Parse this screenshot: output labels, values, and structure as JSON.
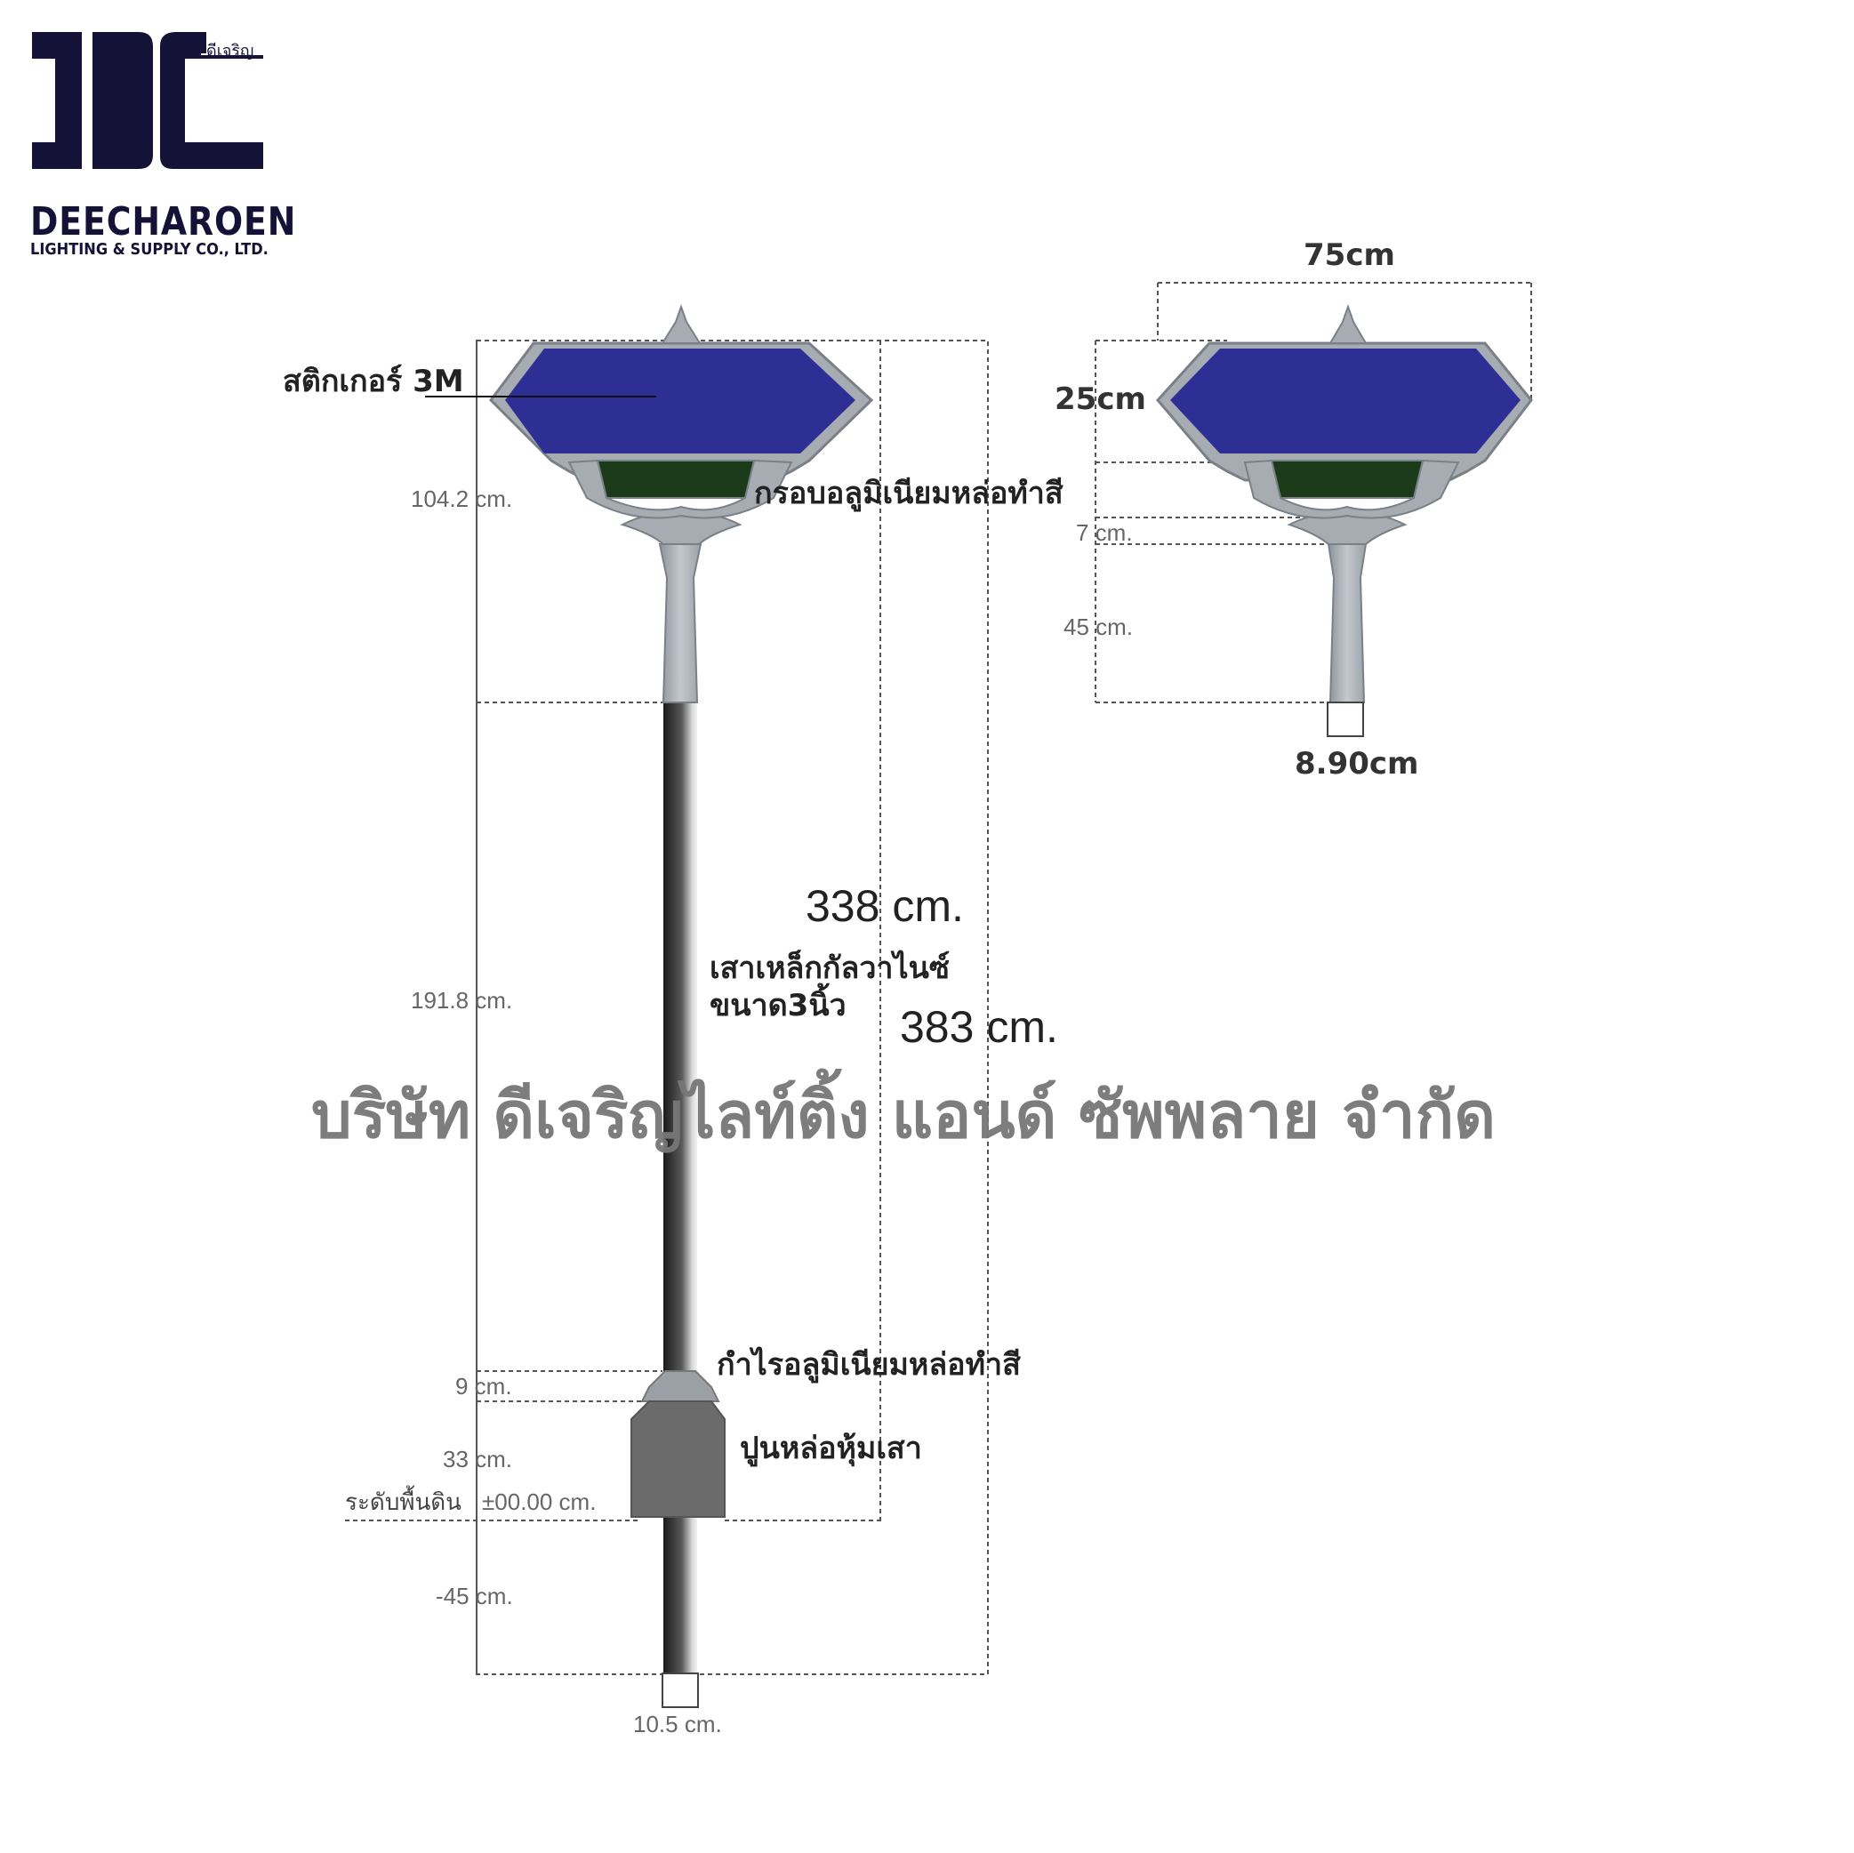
{
  "brand": {
    "name": "DEECHAROEN",
    "subtitle": "LIGHTING & SUPPLY CO., LTD.",
    "thai_name": "ดีเจริญ",
    "color": "#141337"
  },
  "watermark": "บริษัท ดีเจริญไลท์ติ้ง แอนด์ ซัพพลาย จำกัด",
  "front_view": {
    "sticker_label": "สติกเกอร์ 3M",
    "frame_label": "กรอบอลูมิเนียมหล่อทำสี",
    "pole_label_line1": "เสาเหล็กกัลวาไนซ์",
    "pole_label_line2": "ขนาด3นิ้ว",
    "collar_label": "กำไรอลูมิเนียมหล่อทำสี",
    "base_label": "ปูนหล่อหุ้มเสา",
    "ground_label": "ระดับพื้นดิน",
    "dims": {
      "head": "104.2 cm.",
      "pole": "191.8 cm.",
      "collar": "9 cm.",
      "base": "33 cm.",
      "ground": "±00.00 cm.",
      "below": "-45 cm.",
      "above_ground_total": "338 cm.",
      "total": "383 cm.",
      "pole_width": "10.5 cm."
    }
  },
  "side_view": {
    "width": "75cm",
    "sign_height": "25cm",
    "neck": "7 cm.",
    "arm": "45 cm.",
    "pole_width": "8.90cm"
  },
  "colors": {
    "sign_blue": "#2e2f94",
    "frame_green": "#1b3a17",
    "metal_grey": "#a6acb2",
    "base_grey": "#6b6b6b",
    "dim_line": "#555555"
  }
}
